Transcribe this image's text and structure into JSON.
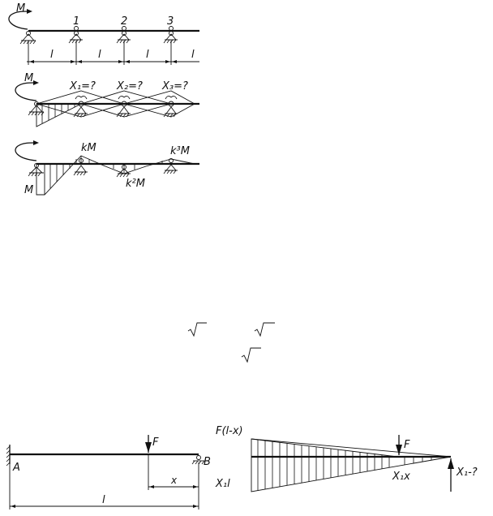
{
  "scheme1": {
    "moment_label": "M",
    "support_labels": [
      "1",
      "2",
      "3"
    ],
    "span_labels": [
      "l",
      "l",
      "l",
      "l"
    ]
  },
  "scheme2": {
    "moment_label": "M",
    "unknown_labels": [
      "X₁=?",
      "X₂=?",
      "X₃=?"
    ]
  },
  "scheme3": {
    "moment_label": "M",
    "labels": {
      "k1": "kM",
      "k2": "k²M",
      "k3": "k³M"
    }
  },
  "beam_a": {
    "force_label": "F",
    "left_label": "A",
    "right_label": "B",
    "x_label": "x",
    "length_label": "l"
  },
  "beam_b": {
    "top_label": "F(l-x)",
    "force_label": "F",
    "left_label": "X₁l",
    "mid_label": "X₁x",
    "reaction_label": "X₁-?"
  }
}
